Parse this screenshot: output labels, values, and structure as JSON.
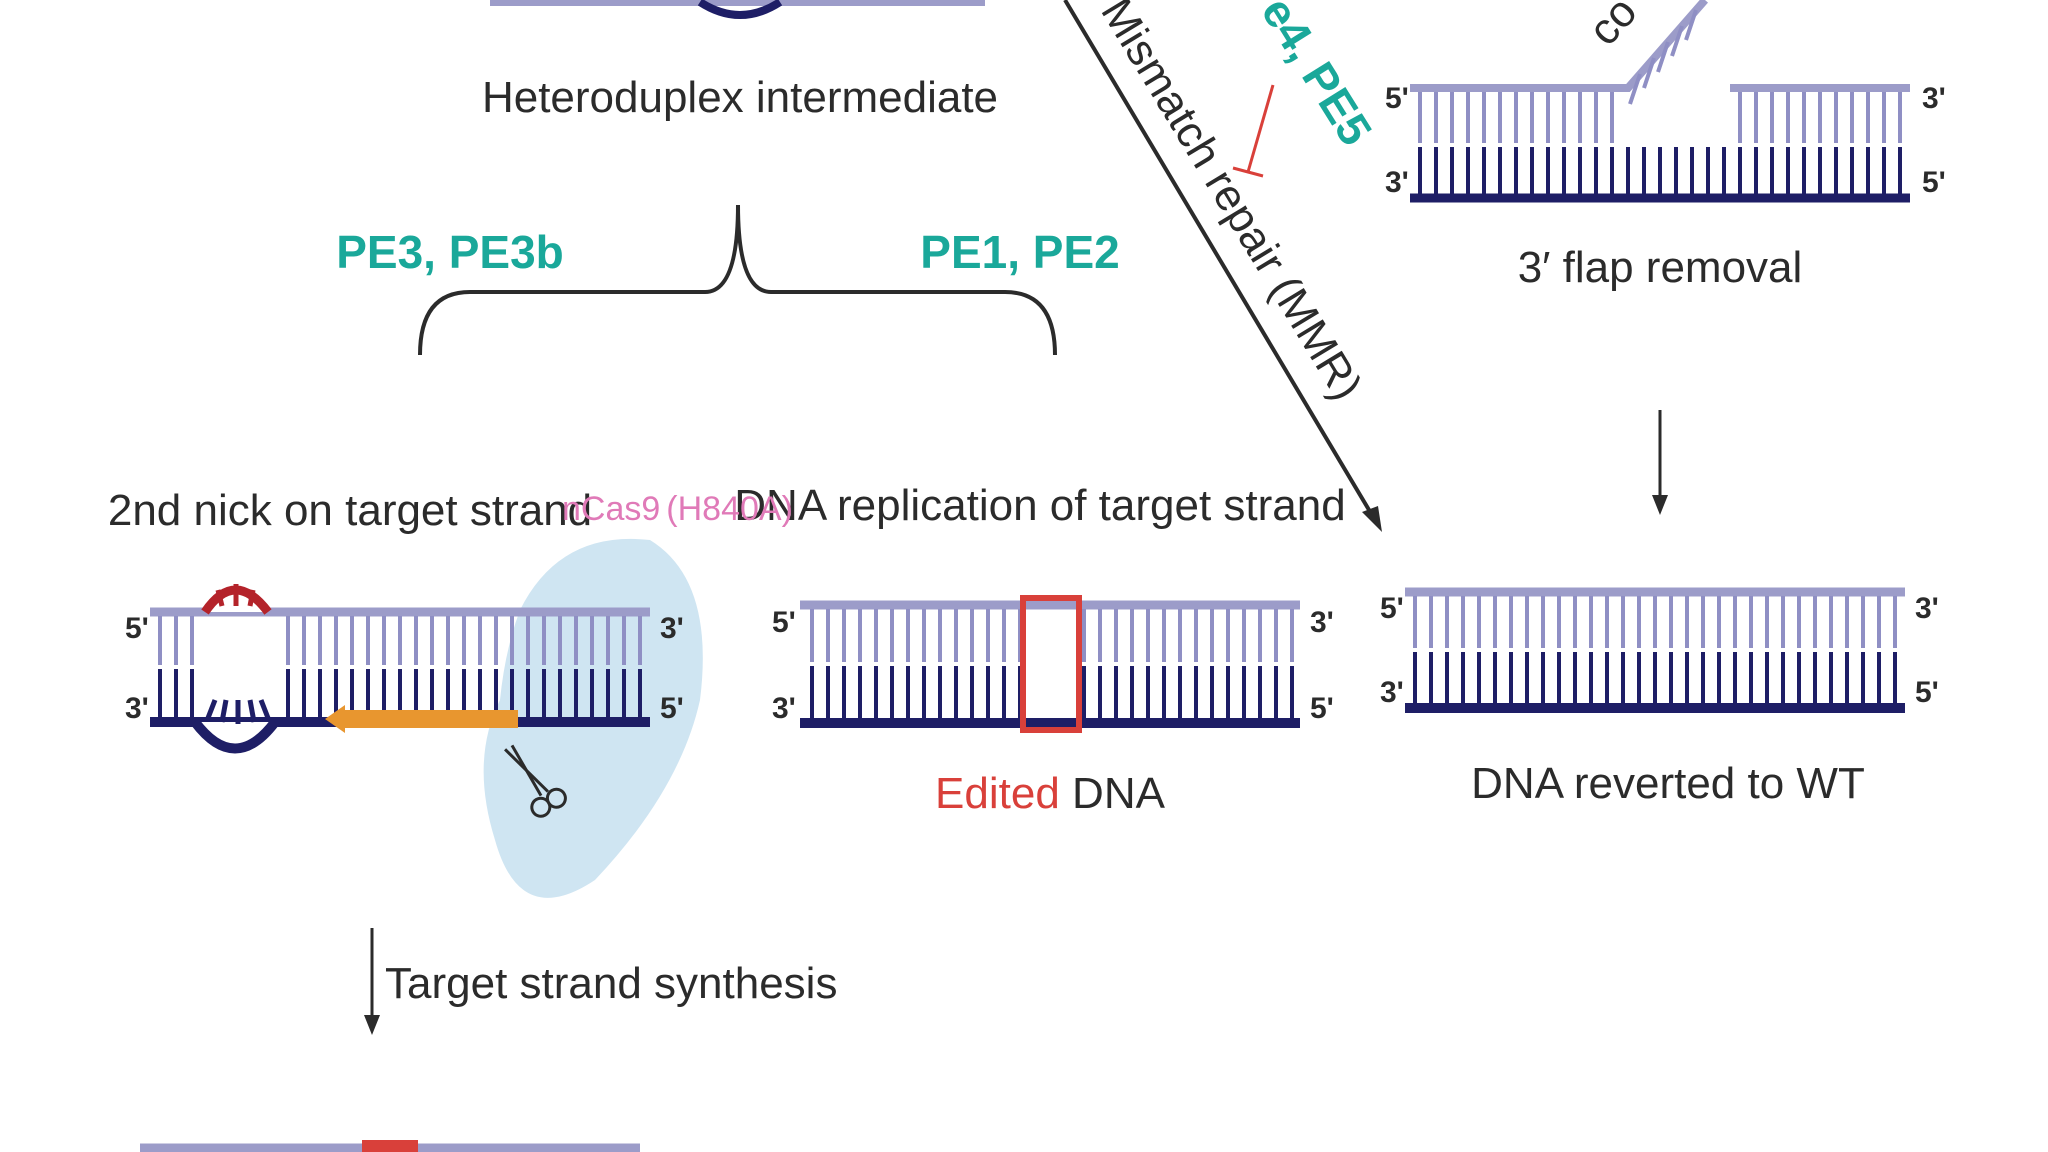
{
  "colors": {
    "light_strand": "#9c9cc9",
    "dark_strand": "#1e1e66",
    "base_light": "#8f8fc4",
    "base_dark": "#1e1e66",
    "edit_red": "#d9403a",
    "flap_orange": "#e8962f",
    "teal_label": "#1aa89a",
    "cas9_blue": "#cfe5f2",
    "nick_red": "#b4232a",
    "inhibit_red": "#d9403a"
  },
  "labels": {
    "heteroduplex": "Heteroduplex intermediate",
    "pe3": "PE3, PE3b",
    "pe12": "PE1, PE2",
    "pe45_partial": "e4, PE5",
    "mmr": "Mismatch repair (MMR)",
    "flap_removal": "3′ flap removal",
    "reverted": "DNA reverted to WT",
    "second_nick": "2nd nick on target strand",
    "ncas9_main": "nCas9",
    "ncas9_sub": "(H840A)",
    "replication": "DNA replication of target strand",
    "edited_red": "Edited",
    "edited_rest": " DNA",
    "synthesis": "Target strand synthesis",
    "top_partial": "co"
  },
  "ends": {
    "five": "5'",
    "three": "3'"
  },
  "icons": [
    "scissors-icon",
    "nick-bubble-icon",
    "inhibition-icon"
  ]
}
